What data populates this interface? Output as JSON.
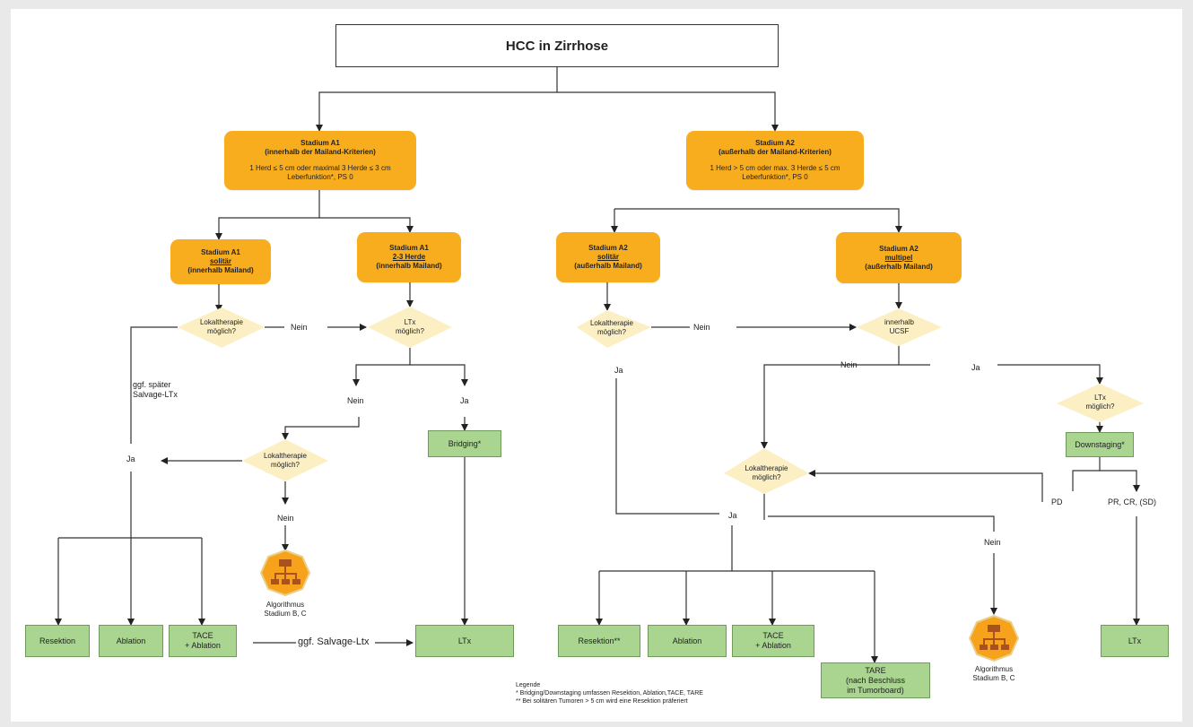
{
  "title": "HCC in Zirrhose",
  "colors": {
    "orange": "#f8ad1f",
    "green": "#a9d590",
    "diamond": "#fbefc3",
    "icon": "#f7a21b"
  },
  "a1": {
    "title": "Stadium A1",
    "sub": "(innerhalb der Mailand-Kriterien)",
    "crit": "1 Herd ≤ 5 cm oder maximal 3 Herde ≤ 3 cm",
    "func": "Leberfunktion*, PS 0"
  },
  "a2": {
    "title": "Stadium A2",
    "sub": "(außerhalb der Mailand-Kriterien)",
    "crit": "1 Herd > 5 cm oder max. 3 Herde  ≤  5 cm",
    "func": "Leberfunktion*, PS 0"
  },
  "a1_sol": {
    "title": "Stadium A1",
    "kind": "solitär",
    "sub": "(innerhalb Mailand)"
  },
  "a1_mult": {
    "title": "Stadium A1",
    "kind": "2-3 Herde",
    "sub": "(innerhalb Mailand)"
  },
  "a2_sol": {
    "title": "Stadium A2",
    "kind": "solitär",
    "sub": "(außerhalb Mailand)"
  },
  "a2_mult": {
    "title": "Stadium A2",
    "kind": "multipel",
    "sub": "(außerhalb Mailand)"
  },
  "diamonds": {
    "lokal_l1": "Lokaltherapie",
    "lokal_l2": "möglich?",
    "ltx_l1": "LTx",
    "ltx_l2": "möglich?",
    "ucsf_l1": "innerhalb",
    "ucsf_l2": "UCSF"
  },
  "labels": {
    "nein": "Nein",
    "ja": "Ja",
    "salvage_l1": "ggf. später",
    "salvage_l2": "Salvage-LTx",
    "salvage_arrow": "ggf. Salvage-Ltx",
    "pd": "PD",
    "pr": "PR, CR, (SD)"
  },
  "boxes": {
    "resektion": "Resektion",
    "resektion2": "Resektion**",
    "ablation": "Ablation",
    "tace_l1": "TACE",
    "tace_l2": "+ Ablation",
    "bridging": "Bridging*",
    "ltx": "LTx",
    "downstaging": "Downstaging*",
    "tare_l1": "TARE",
    "tare_l2": "(nach Beschluss",
    "tare_l3": "im Tumorboard)"
  },
  "algo": {
    "l1": "Algorithmus",
    "l2": "Stadium B, C",
    "icon": "flowchart-icon"
  },
  "legend": {
    "title": "Legende",
    "l1": "*   Bridging/Downstaging umfassen Resektion, Ablation,TACE, TARE",
    "l2": "** Bei solitären Tumoren > 5 cm wird eine Resektion präferiert"
  }
}
